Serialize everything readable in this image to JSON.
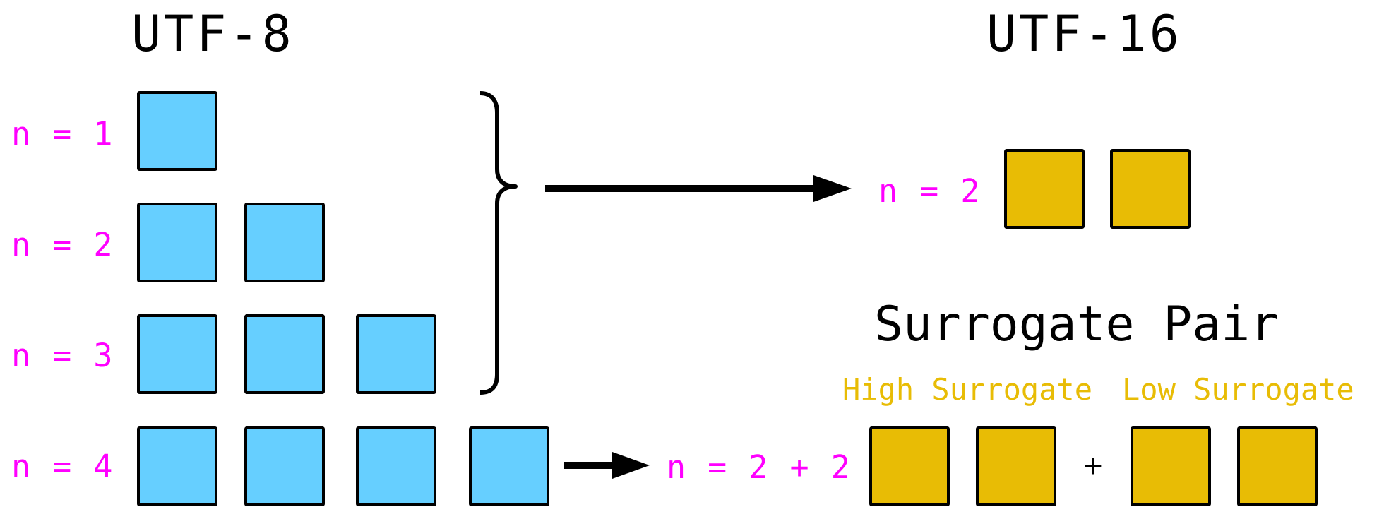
{
  "colors": {
    "utf8_byte": "#66CFFF",
    "utf16_unit": "#E8BC05",
    "n_label": "#FF00FF",
    "surrogate_label": "#E8BC05",
    "stroke": "#000000"
  },
  "utf8": {
    "title": "UTF-8",
    "rows": [
      {
        "label": "n = 1",
        "bytes": 1
      },
      {
        "label": "n = 2",
        "bytes": 2
      },
      {
        "label": "n = 3",
        "bytes": 3
      },
      {
        "label": "n = 4",
        "bytes": 4
      }
    ]
  },
  "utf16": {
    "title": "UTF-16",
    "bmp": {
      "label": "n = 2",
      "units": 2
    },
    "surrogate": {
      "title": "Surrogate Pair",
      "label": "n = 2 + 2",
      "high_label": "High Surrogate",
      "low_label": "Low Surrogate",
      "plus": "+",
      "high_units": 2,
      "low_units": 2
    }
  },
  "mappings": [
    {
      "from_rows": "n = 1 … n = 3",
      "to": "n = 2",
      "icon": "curly-brace-icon"
    },
    {
      "from_rows": "n = 4",
      "to": "n = 2 + 2",
      "icon": "arrow-right-icon"
    }
  ]
}
